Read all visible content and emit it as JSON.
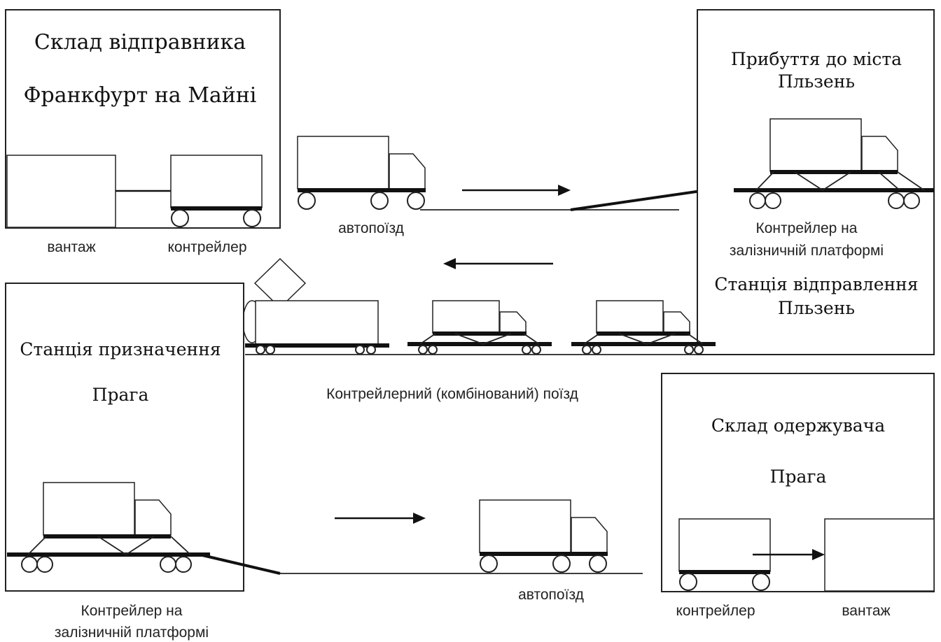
{
  "sender_warehouse": {
    "title": "Склад відправника",
    "city": "Франкфурт на Майні",
    "cargo_label": "вантаж",
    "trailer_label": "контрейлер"
  },
  "road_train_top": {
    "label": "автопоїзд"
  },
  "arrival_plzen": {
    "title_line1": "Прибуття до міста",
    "title_line2": "Пльзень",
    "platform_label_line1": "Контрейлер на",
    "platform_label_line2": "залізничній платформі"
  },
  "departure_station": {
    "line1": "Станція відправлення",
    "line2": "Пльзень"
  },
  "combined_train": {
    "label": "Контрейлерний (комбінований) поїзд"
  },
  "destination_station": {
    "line1": "Станція призначення",
    "city": "Прага",
    "platform_label_line1": "Контрейлер на",
    "platform_label_line2": "залізничній платформі"
  },
  "road_train_bottom": {
    "label": "автопоїзд"
  },
  "receiver_warehouse": {
    "title": "Склад одержувача",
    "city": "Прага",
    "trailer_label": "контрейлер",
    "cargo_label": "вантаж"
  }
}
